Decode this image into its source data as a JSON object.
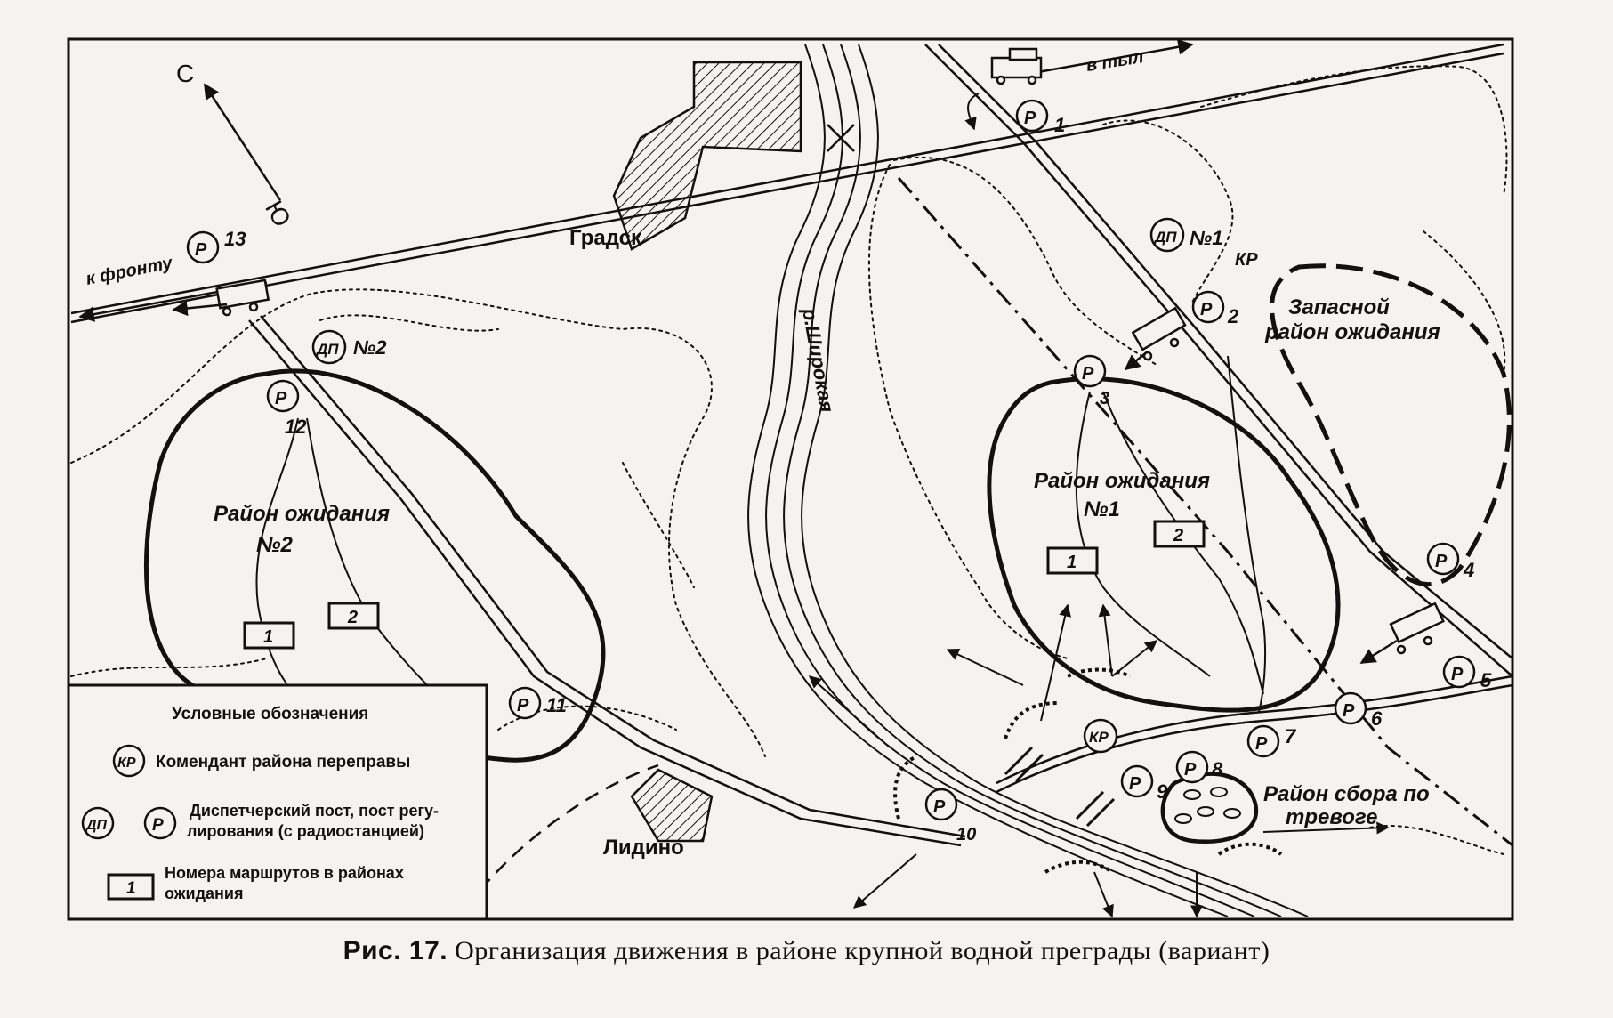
{
  "compass": {
    "north": "С",
    "south": "Ю"
  },
  "roads": {
    "to_front": "к фронту",
    "to_rear": "в тыл"
  },
  "towns": {
    "gradsk": "Градск",
    "lidino": "Лидино"
  },
  "river": "р.Широкая",
  "areas": {
    "waiting_1": [
      "Район ожидания",
      "№1"
    ],
    "waiting_2": [
      "Район ожидания",
      "№2"
    ],
    "reserve": [
      "Запасной",
      "район ожидания"
    ],
    "alarm": [
      "Район сбора по",
      "тревоге"
    ]
  },
  "posts": {
    "dp1": {
      "code": "ДП",
      "num": "№1"
    },
    "dp2": {
      "code": "ДП",
      "num": "№2"
    },
    "kr": "КР",
    "p": "Р",
    "numbers": [
      "1",
      "2",
      "3",
      "4",
      "5",
      "6",
      "7",
      "8",
      "9",
      "10",
      "11",
      "12",
      "13"
    ]
  },
  "route_numbers": [
    "1",
    "2"
  ],
  "legend": {
    "title": "Условные обозначения",
    "kr_code": "КР",
    "kr_text": "Комендант района переправы",
    "dp_code": "ДП",
    "p_code": "Р",
    "dp_text": [
      "Диспетчерский пост, пост регу-",
      "лирования (с радиостанцией)"
    ],
    "route_code": "1",
    "route_text": [
      "Номера маршрутов в районах",
      "ожидания"
    ]
  },
  "caption": {
    "number": "Рис. 17.",
    "text": "Организация движения в районе крупной водной преграды (вариант)"
  },
  "colors": {
    "ink": "#111111",
    "paper": "#f4f3ef"
  }
}
